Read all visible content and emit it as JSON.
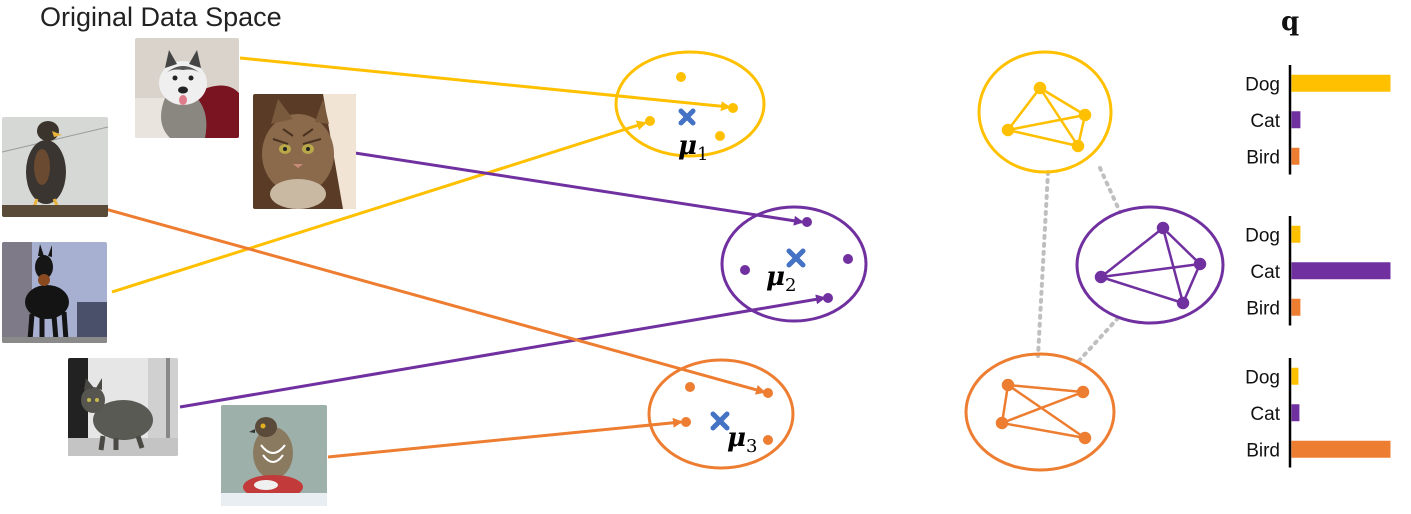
{
  "title": "Original Data Space",
  "colors": {
    "dog": "#FFC000",
    "cat": "#7030A0",
    "bird": "#ED7D31",
    "centroid": "#4472C4",
    "link": "#BFBFBF"
  },
  "centroids": [
    {
      "symbol": "μ",
      "subscript": "1"
    },
    {
      "symbol": "μ",
      "subscript": "2"
    },
    {
      "symbol": "μ",
      "subscript": "3"
    }
  ],
  "photos": [
    {
      "name": "husky-photo",
      "class": "dog"
    },
    {
      "name": "tabby-cat-photo",
      "class": "cat"
    },
    {
      "name": "hawk-photo",
      "class": "bird"
    },
    {
      "name": "doberman-photo",
      "class": "dog"
    },
    {
      "name": "grey-cat-photo",
      "class": "cat"
    },
    {
      "name": "sparrowhawk-photo",
      "class": "bird"
    }
  ],
  "q_label": "q",
  "chart_data": [
    {
      "type": "bar",
      "categories": [
        "Dog",
        "Cat",
        "Bird"
      ],
      "values": [
        1.0,
        0.09,
        0.08
      ]
    },
    {
      "type": "bar",
      "categories": [
        "Dog",
        "Cat",
        "Bird"
      ],
      "values": [
        0.09,
        1.0,
        0.09
      ]
    },
    {
      "type": "bar",
      "categories": [
        "Dog",
        "Cat",
        "Bird"
      ],
      "values": [
        0.07,
        0.08,
        1.0
      ]
    }
  ]
}
